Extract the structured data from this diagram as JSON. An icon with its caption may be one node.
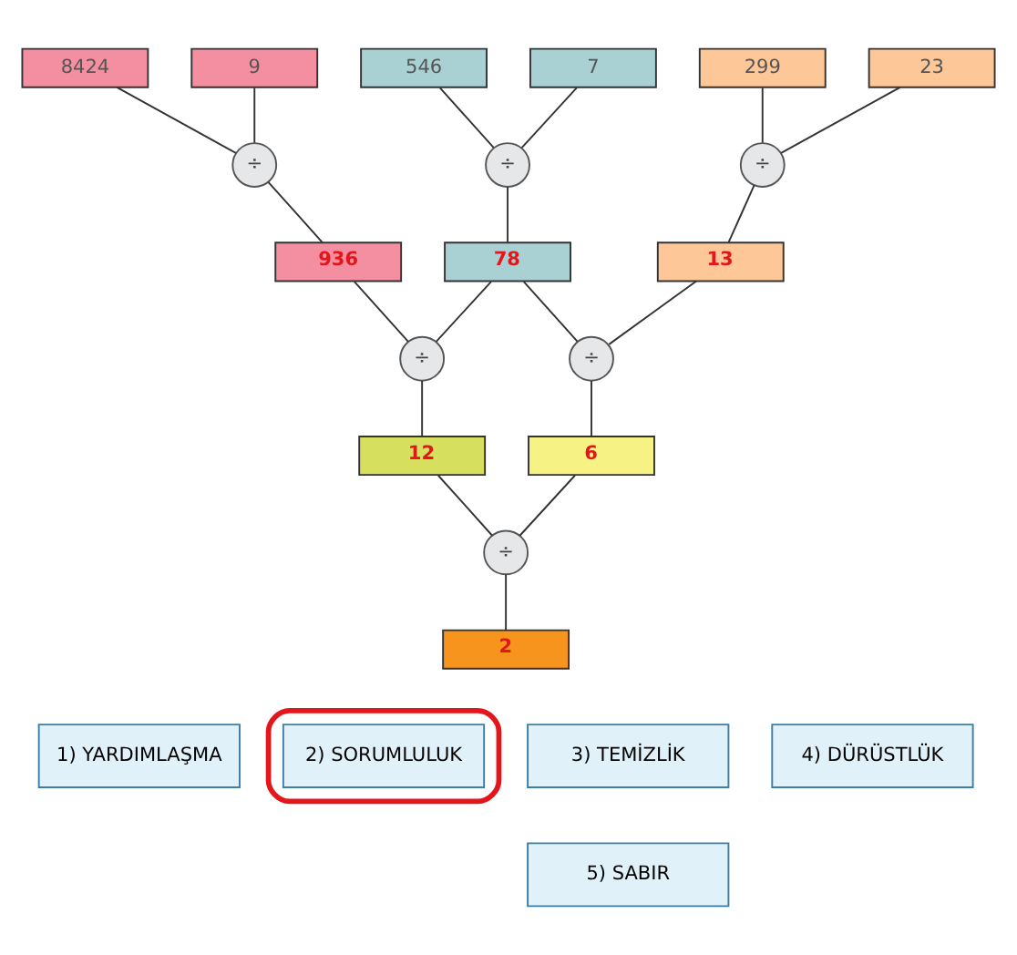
{
  "diagram": {
    "nodes": [
      {
        "text": [
          "8424"
        ]
      },
      {
        "text": [
          "9"
        ]
      },
      {
        "text": [
          "546"
        ]
      },
      {
        "text": [
          "7"
        ]
      },
      {
        "text": [
          "299"
        ]
      },
      {
        "text": [
          "23"
        ]
      },
      {
        "text": [
          "÷"
        ]
      },
      {
        "text": [
          "÷"
        ]
      },
      {
        "text": [
          "÷"
        ]
      },
      {
        "text": [
          "936"
        ]
      },
      {
        "text": [
          "78"
        ]
      },
      {
        "text": [
          "13"
        ]
      },
      {
        "text": [
          "÷"
        ]
      },
      {
        "text": [
          "÷"
        ]
      },
      {
        "text": [
          "12"
        ]
      },
      {
        "text": [
          "6"
        ]
      },
      {
        "text": [
          "÷"
        ]
      },
      {
        "text": [
          "2"
        ]
      },
      {
        "text": [
          "1) YARDIMLAŞMA"
        ]
      },
      {
        "text": [],
        "shape": "ellipse"
      },
      {
        "text": [
          "2) SORUMLULUK"
        ],
        "in": 19
      },
      {
        "text": [
          "3) TEMİZLİK"
        ]
      },
      {
        "text": [
          "4) DÜRÜSTLÜK"
        ]
      },
      {
        "text": [
          "5) SABIR"
        ]
      }
    ],
    "edges": [
      {
        "from": 0,
        "to": 6,
        "arrow": "none"
      },
      {
        "from": 1,
        "to": 6,
        "arrow": "none"
      },
      {
        "from": 6,
        "to": 9,
        "arrow": "none"
      },
      {
        "from": 2,
        "to": 7,
        "arrow": "none"
      },
      {
        "from": 3,
        "to": 7,
        "arrow": "none"
      },
      {
        "from": 7,
        "to": 10,
        "arrow": "none"
      },
      {
        "from": 4,
        "to": 8,
        "arrow": "none"
      },
      {
        "from": 5,
        "to": 8,
        "arrow": "none"
      },
      {
        "from": 8,
        "to": 11,
        "arrow": "none"
      },
      {
        "from": 9,
        "to": 12,
        "arrow": "none"
      },
      {
        "from": 10,
        "to": 12,
        "arrow": "none"
      },
      {
        "from": 12,
        "to": 14,
        "arrow": "none"
      },
      {
        "from": 10,
        "to": 13,
        "arrow": "none"
      },
      {
        "from": 11,
        "to": 13,
        "arrow": "none"
      },
      {
        "from": 13,
        "to": 15,
        "arrow": "none"
      },
      {
        "from": 14,
        "to": 16,
        "arrow": "none"
      },
      {
        "from": 15,
        "to": 16,
        "arrow": "none"
      },
      {
        "from": 16,
        "to": 17,
        "arrow": "none"
      }
    ]
  }
}
